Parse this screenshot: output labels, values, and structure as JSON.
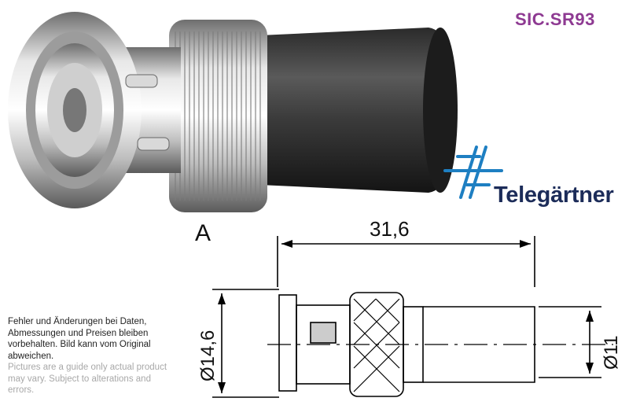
{
  "product_code": "SIC.SR93",
  "brand": {
    "name": "Telegärtner",
    "logo_icon": "telegartner-logo-icon",
    "colors": {
      "logo_blue": "#1e7fc2",
      "name_navy": "#1c2c59",
      "code_purple": "#8e3a92"
    }
  },
  "drawing": {
    "view_label": "A",
    "dimension_length": "31,6",
    "dimension_diameter_left": "Ø14,6",
    "dimension_diameter_right": "Ø11"
  },
  "disclaimer": {
    "german": "Fehler und Änderungen bei Daten, Abmessungen und Preisen bleiben vorbehalten. Bild kann vom Original abweichen.",
    "english": "Pictures are a guide only actual product may vary. Subject to alterations and errors."
  }
}
